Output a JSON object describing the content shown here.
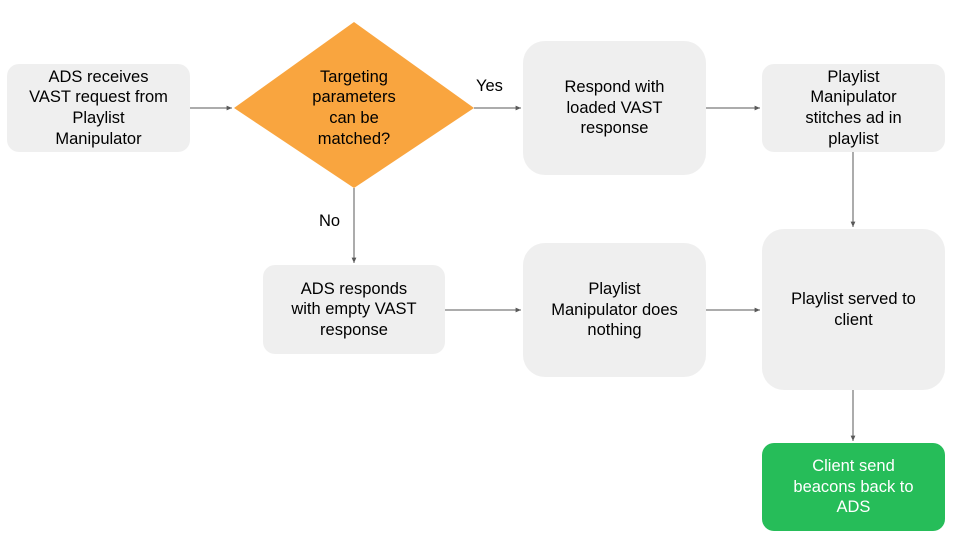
{
  "nodes": {
    "ads_receives": "ADS receives\nVAST request from\nPlaylist\nManipulator",
    "targeting_decision": "Targeting\nparameters\ncan be\nmatched?",
    "respond_loaded": "Respond with\nloaded VAST\nresponse",
    "stitches_ad": "Playlist\nManipulator\nstitches ad in\nplaylist",
    "ads_empty": "ADS responds\nwith empty VAST\nresponse",
    "does_nothing": "Playlist\nManipulator does\nnothing",
    "served_to_client": "Playlist served to\nclient",
    "client_beacons": "Client send\nbeacons back to\nADS"
  },
  "edge_labels": {
    "yes": "Yes",
    "no": "No"
  },
  "colors": {
    "box_fill": "#efefef",
    "decision_fill": "#f9a53f",
    "terminal_fill": "#26bd59",
    "arrow": "#595959"
  }
}
